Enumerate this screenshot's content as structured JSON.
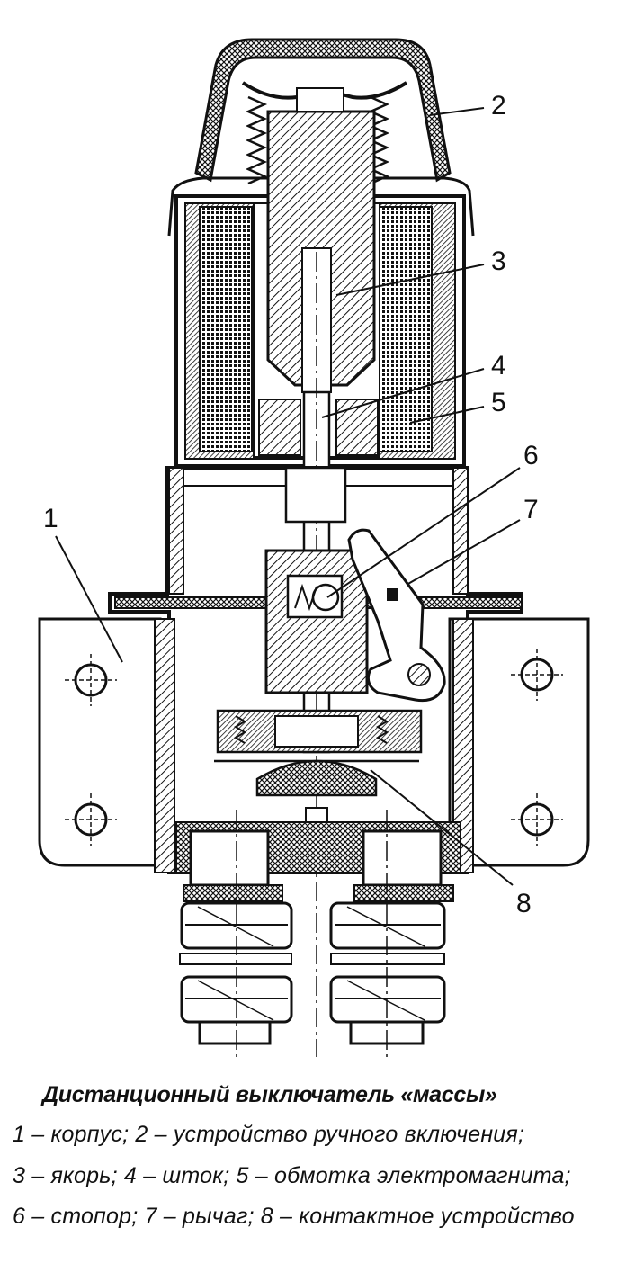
{
  "callouts": [
    "1",
    "2",
    "3",
    "4",
    "5",
    "6",
    "7",
    "8"
  ],
  "caption": {
    "title": "Дистанционный выключатель «массы»",
    "lines": [
      "1 – корпус; 2 – устройство ручного включения;",
      "3 – якорь; 4 – шток; 5 – обмотка электромагнита;",
      "6 – стопор; 7 – рычаг; 8 – контактное устройство"
    ]
  },
  "colors": {
    "ink": "#111111",
    "paper": "#ffffff"
  }
}
